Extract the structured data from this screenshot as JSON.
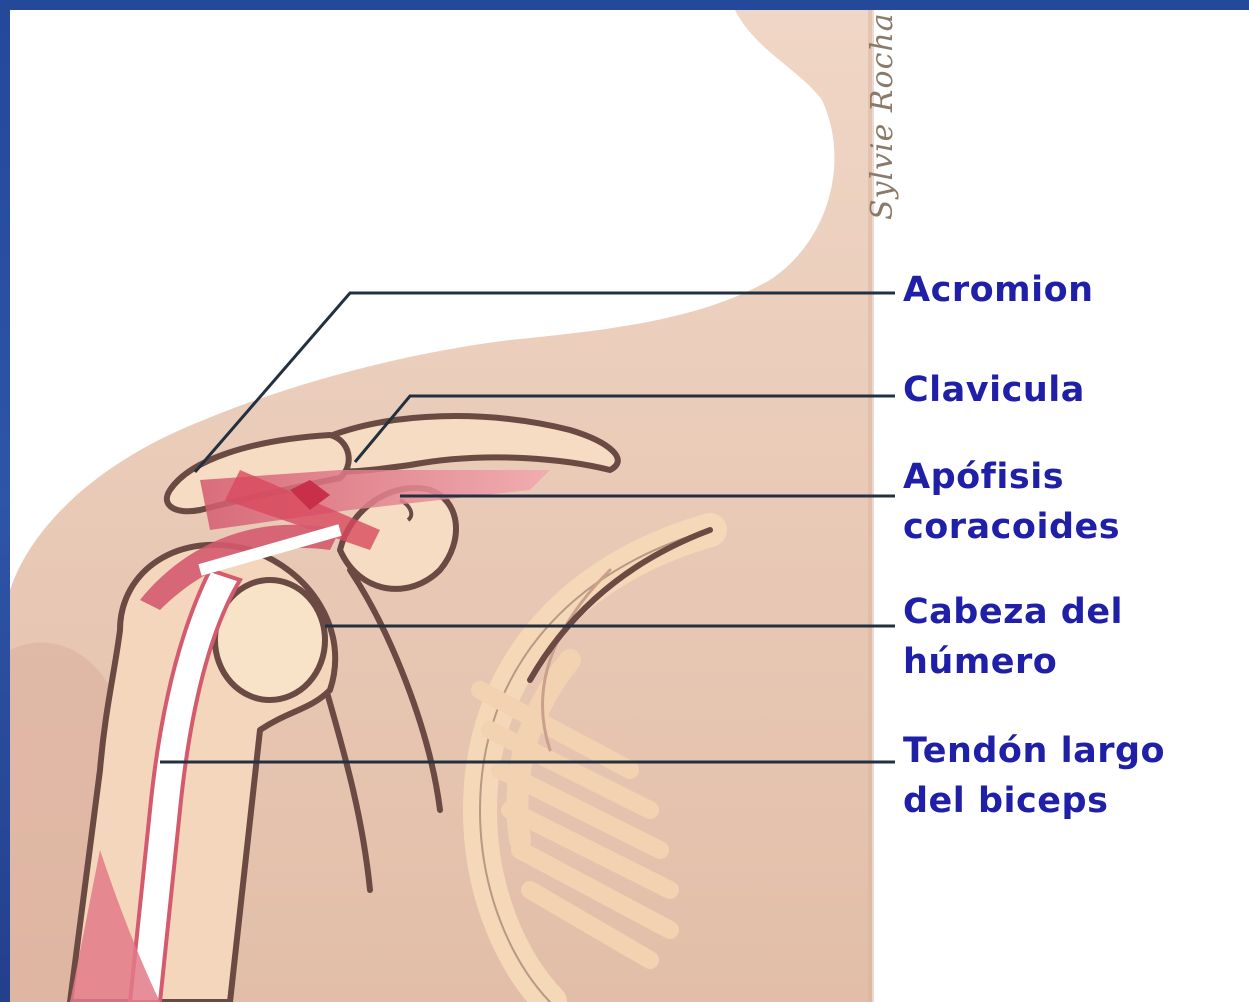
{
  "diagram": {
    "labels": {
      "acromion": "Acromion",
      "clavicula": "Clavicula",
      "apofisis_line1": "Apófisis",
      "apofisis_line2": "coracoides",
      "cabeza_line1": "Cabeza del",
      "cabeza_line2": "húmero",
      "tendon_line1": "Tendón largo",
      "tendon_line2": "del biceps"
    },
    "signature": "Sylvie Rochart",
    "colors": {
      "frame": "#2a4a9a",
      "skin": "#e8c8b4",
      "bone": "#f5dcc0",
      "bone_outline": "#6a4a42",
      "ligament": "#d86878",
      "leader_line": "#233040",
      "label_text": "#1f1fa8"
    }
  }
}
